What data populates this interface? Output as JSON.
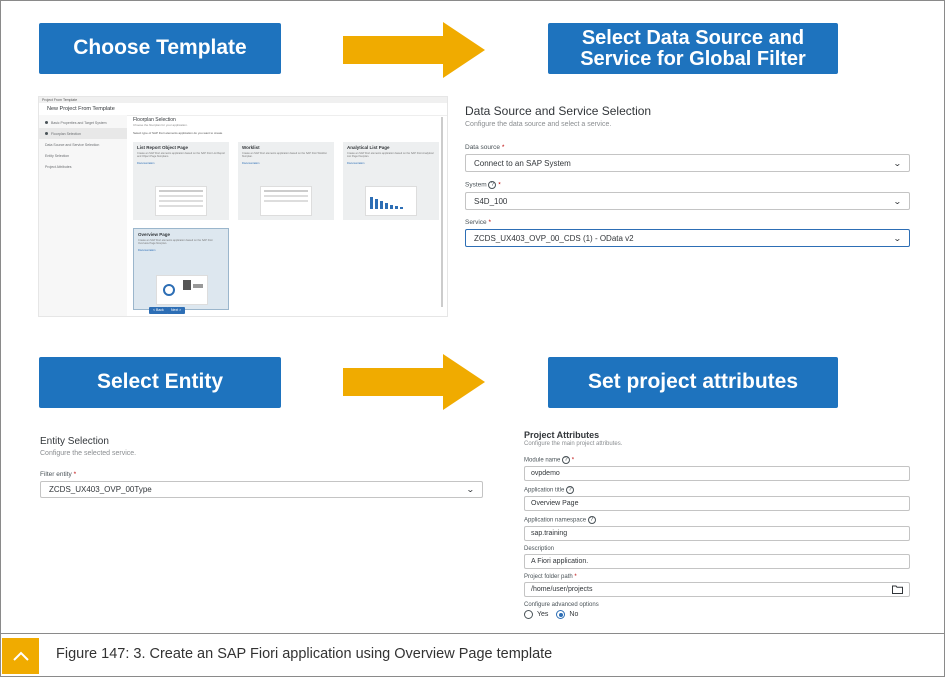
{
  "banners": {
    "choose_template": "Choose Template",
    "select_data_source": "Select Data Source and Service for Global Filter",
    "select_entity": "Select Entity",
    "set_project_attributes": "Set project attributes"
  },
  "template_wizard": {
    "top_bar": "Project From Template",
    "header": "New Project From Template",
    "steps": [
      "Basic Properties and Target System",
      "Floorplan Selection",
      "Data Source and Service Selection",
      "Entity Selection",
      "Project Attributes"
    ],
    "section_title": "Floorplan Selection",
    "section_sub": "Choose the floorplan for your application.",
    "prompt": "Select type of SAP Fiori elements application do you want to create",
    "cards": [
      {
        "title": "List Report Object Page",
        "desc": "Create an SAP Fiori elements application based on the SAP Fiori List Report and Object Page floorplans.",
        "doc": "Documentation"
      },
      {
        "title": "Worklist",
        "desc": "Create an SAP Fiori elements application based on the SAP Fiori Worklist floorplan.",
        "doc": "Documentation"
      },
      {
        "title": "Analytical List Page",
        "desc": "Create an SAP Fiori elements application based on the SAP Fiori Analytical List Page floorplan.",
        "doc": "Documentation"
      },
      {
        "title": "Overview Page",
        "desc": "Create an SAP Fiori elements application based on the SAP Fiori Overview Page floorplan.",
        "doc": "Documentation"
      }
    ],
    "back_label": "< Back",
    "next_label": "Next >"
  },
  "data_source": {
    "title": "Data Source and Service Selection",
    "subtitle": "Configure the data source and select a service.",
    "source_label": "Data source",
    "source_value": "Connect to an SAP System",
    "system_label": "System",
    "system_value": "S4D_100",
    "service_label": "Service",
    "service_value": "ZCDS_UX403_OVP_00_CDS (1) - OData v2"
  },
  "entity": {
    "title": "Entity Selection",
    "subtitle": "Configure the selected service.",
    "filter_label": "Filter entity",
    "filter_value": "ZCDS_UX403_OVP_00Type"
  },
  "attributes": {
    "title": "Project Attributes",
    "subtitle": "Configure the main project attributes.",
    "module_label": "Module name",
    "module_value": "ovpdemo",
    "app_title_label": "Application title",
    "app_title_value": "Overview Page",
    "namespace_label": "Application namespace",
    "namespace_value": "sap.training",
    "desc_label": "Description",
    "desc_value": "A Fiori application.",
    "folder_label": "Project folder path",
    "folder_value": "/home/user/projects",
    "advanced_label": "Configure advanced options",
    "yes_label": "Yes",
    "no_label": "No"
  },
  "caption": {
    "text": "Figure 147: 3. Create an SAP Fiori application using Overview Page template"
  },
  "colors": {
    "banner": "#1e73be",
    "arrow": "#f0ab00",
    "accent": "#2d6eb5"
  }
}
